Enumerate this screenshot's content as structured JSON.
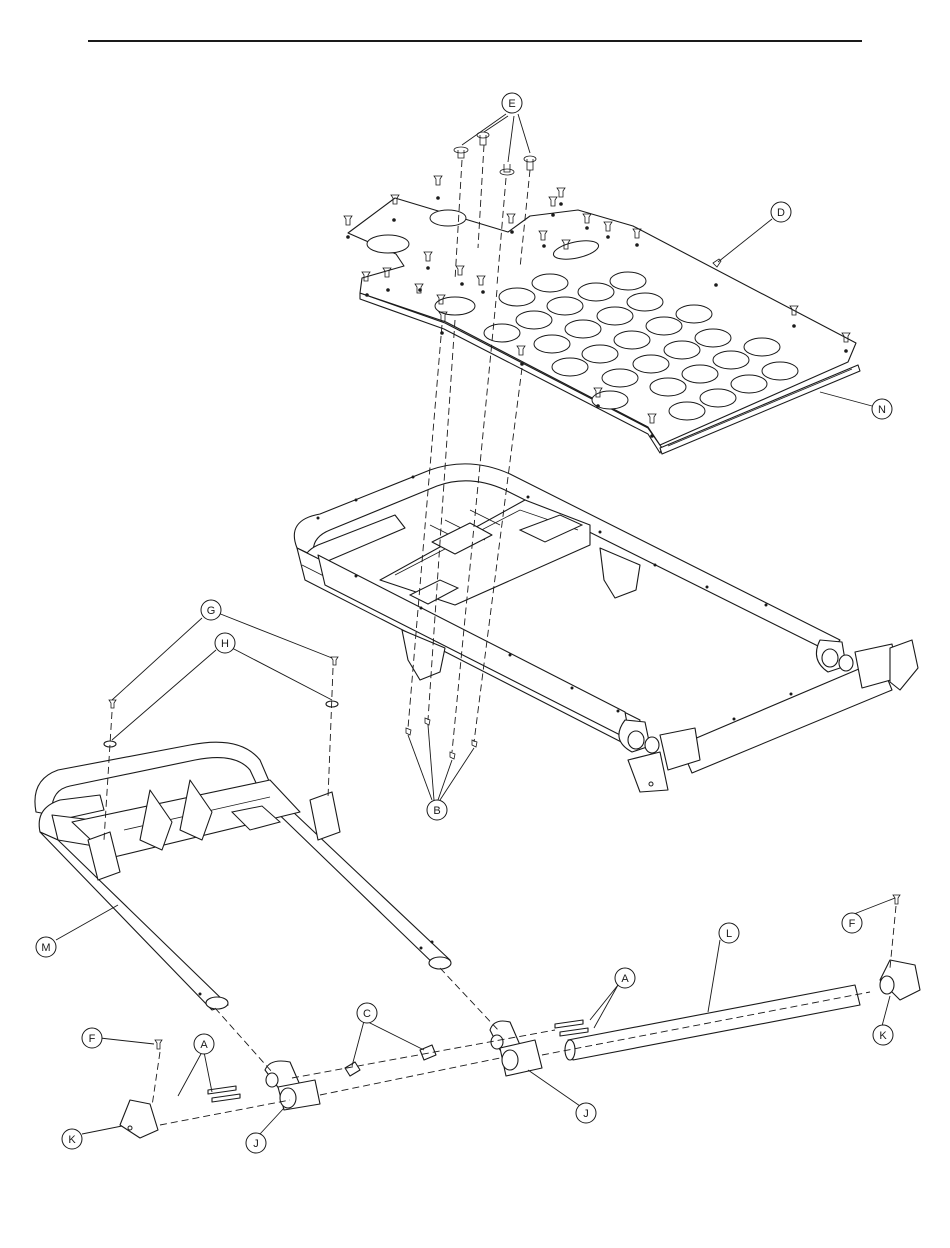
{
  "callouts": {
    "A1": "A",
    "A2": "A",
    "B": "B",
    "C": "C",
    "D": "D",
    "E": "E",
    "F1": "F",
    "F2": "F",
    "G": "G",
    "H": "H",
    "J1": "J",
    "J2": "J",
    "K1": "K",
    "K2": "K",
    "L": "L",
    "M": "M",
    "N": "N"
  }
}
